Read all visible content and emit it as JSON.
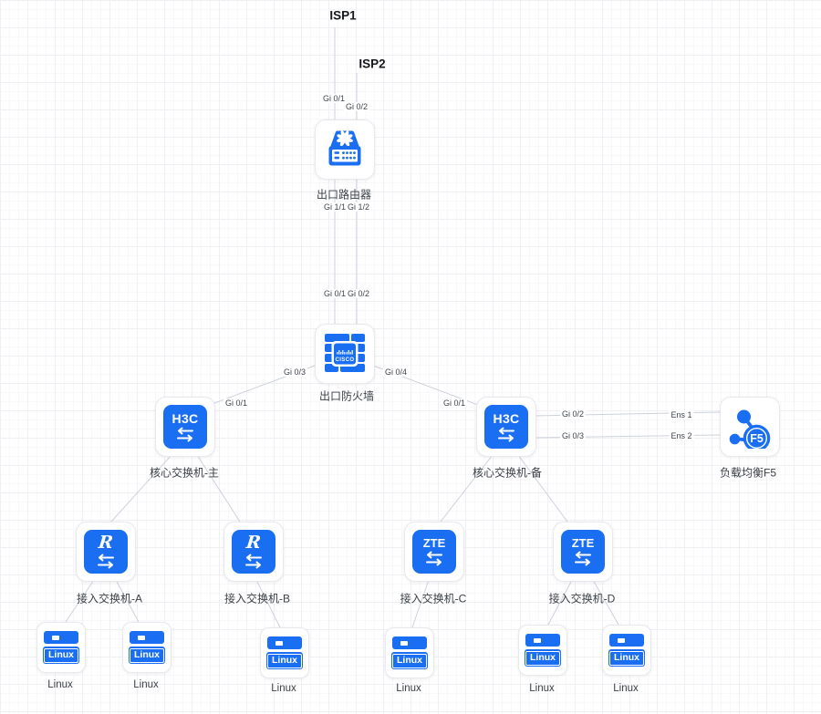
{
  "colors": {
    "device_blue": "#1a6ef2",
    "edge_line": "#ccd2db",
    "node_label": "#3b4046",
    "port_label": "#3f454d"
  },
  "isp": {
    "isp1": "ISP1",
    "isp2": "ISP2"
  },
  "nodes": {
    "router": {
      "label": "出口路由器",
      "vendor": "Huawei"
    },
    "firewall": {
      "label": "出口防火墙",
      "vendor": "Cisco",
      "icon_text": "CISCO"
    },
    "core_main": {
      "label": "核心交换机-主",
      "vendor": "H3C",
      "icon_text": "H3C"
    },
    "core_backup": {
      "label": "核心交换机-备",
      "vendor": "H3C",
      "icon_text": "H3C"
    },
    "f5": {
      "label": "负载均衡F5",
      "vendor": "F5",
      "icon_text": "F5"
    },
    "access_a": {
      "label": "接入交换机-A",
      "vendor": "Ruijie",
      "icon_text": "R"
    },
    "access_b": {
      "label": "接入交换机-B",
      "vendor": "Ruijie",
      "icon_text": "R"
    },
    "access_c": {
      "label": "接入交换机-C",
      "vendor": "ZTE",
      "icon_text": "ZTE"
    },
    "access_d": {
      "label": "接入交换机-D",
      "vendor": "ZTE",
      "icon_text": "ZTE"
    }
  },
  "servers": [
    {
      "label": "Linux",
      "icon_text": "Linux"
    },
    {
      "label": "Linux",
      "icon_text": "Linux"
    },
    {
      "label": "Linux",
      "icon_text": "Linux"
    },
    {
      "label": "Linux",
      "icon_text": "Linux"
    },
    {
      "label": "Linux",
      "icon_text": "Linux"
    },
    {
      "label": "Linux",
      "icon_text": "Linux"
    }
  ],
  "ports": {
    "isp1_uplink": "Gi 0/1",
    "isp2_uplink": "Gi 0/2",
    "router_down_a": "Gi 1/1",
    "router_down_b": "Gi 1/2",
    "firewall_up_a": "Gi 0/1",
    "firewall_up_b": "Gi 0/2",
    "firewall_left": "Gi 0/3",
    "firewall_right": "Gi 0/4",
    "core_main_up": "Gi 0/1",
    "core_backup_up": "Gi 0/1",
    "core_backup_f5_a": "Gi 0/2",
    "core_backup_f5_b": "Gi 0/3",
    "f5_ens1": "Ens 1",
    "f5_ens2": "Ens 2"
  }
}
